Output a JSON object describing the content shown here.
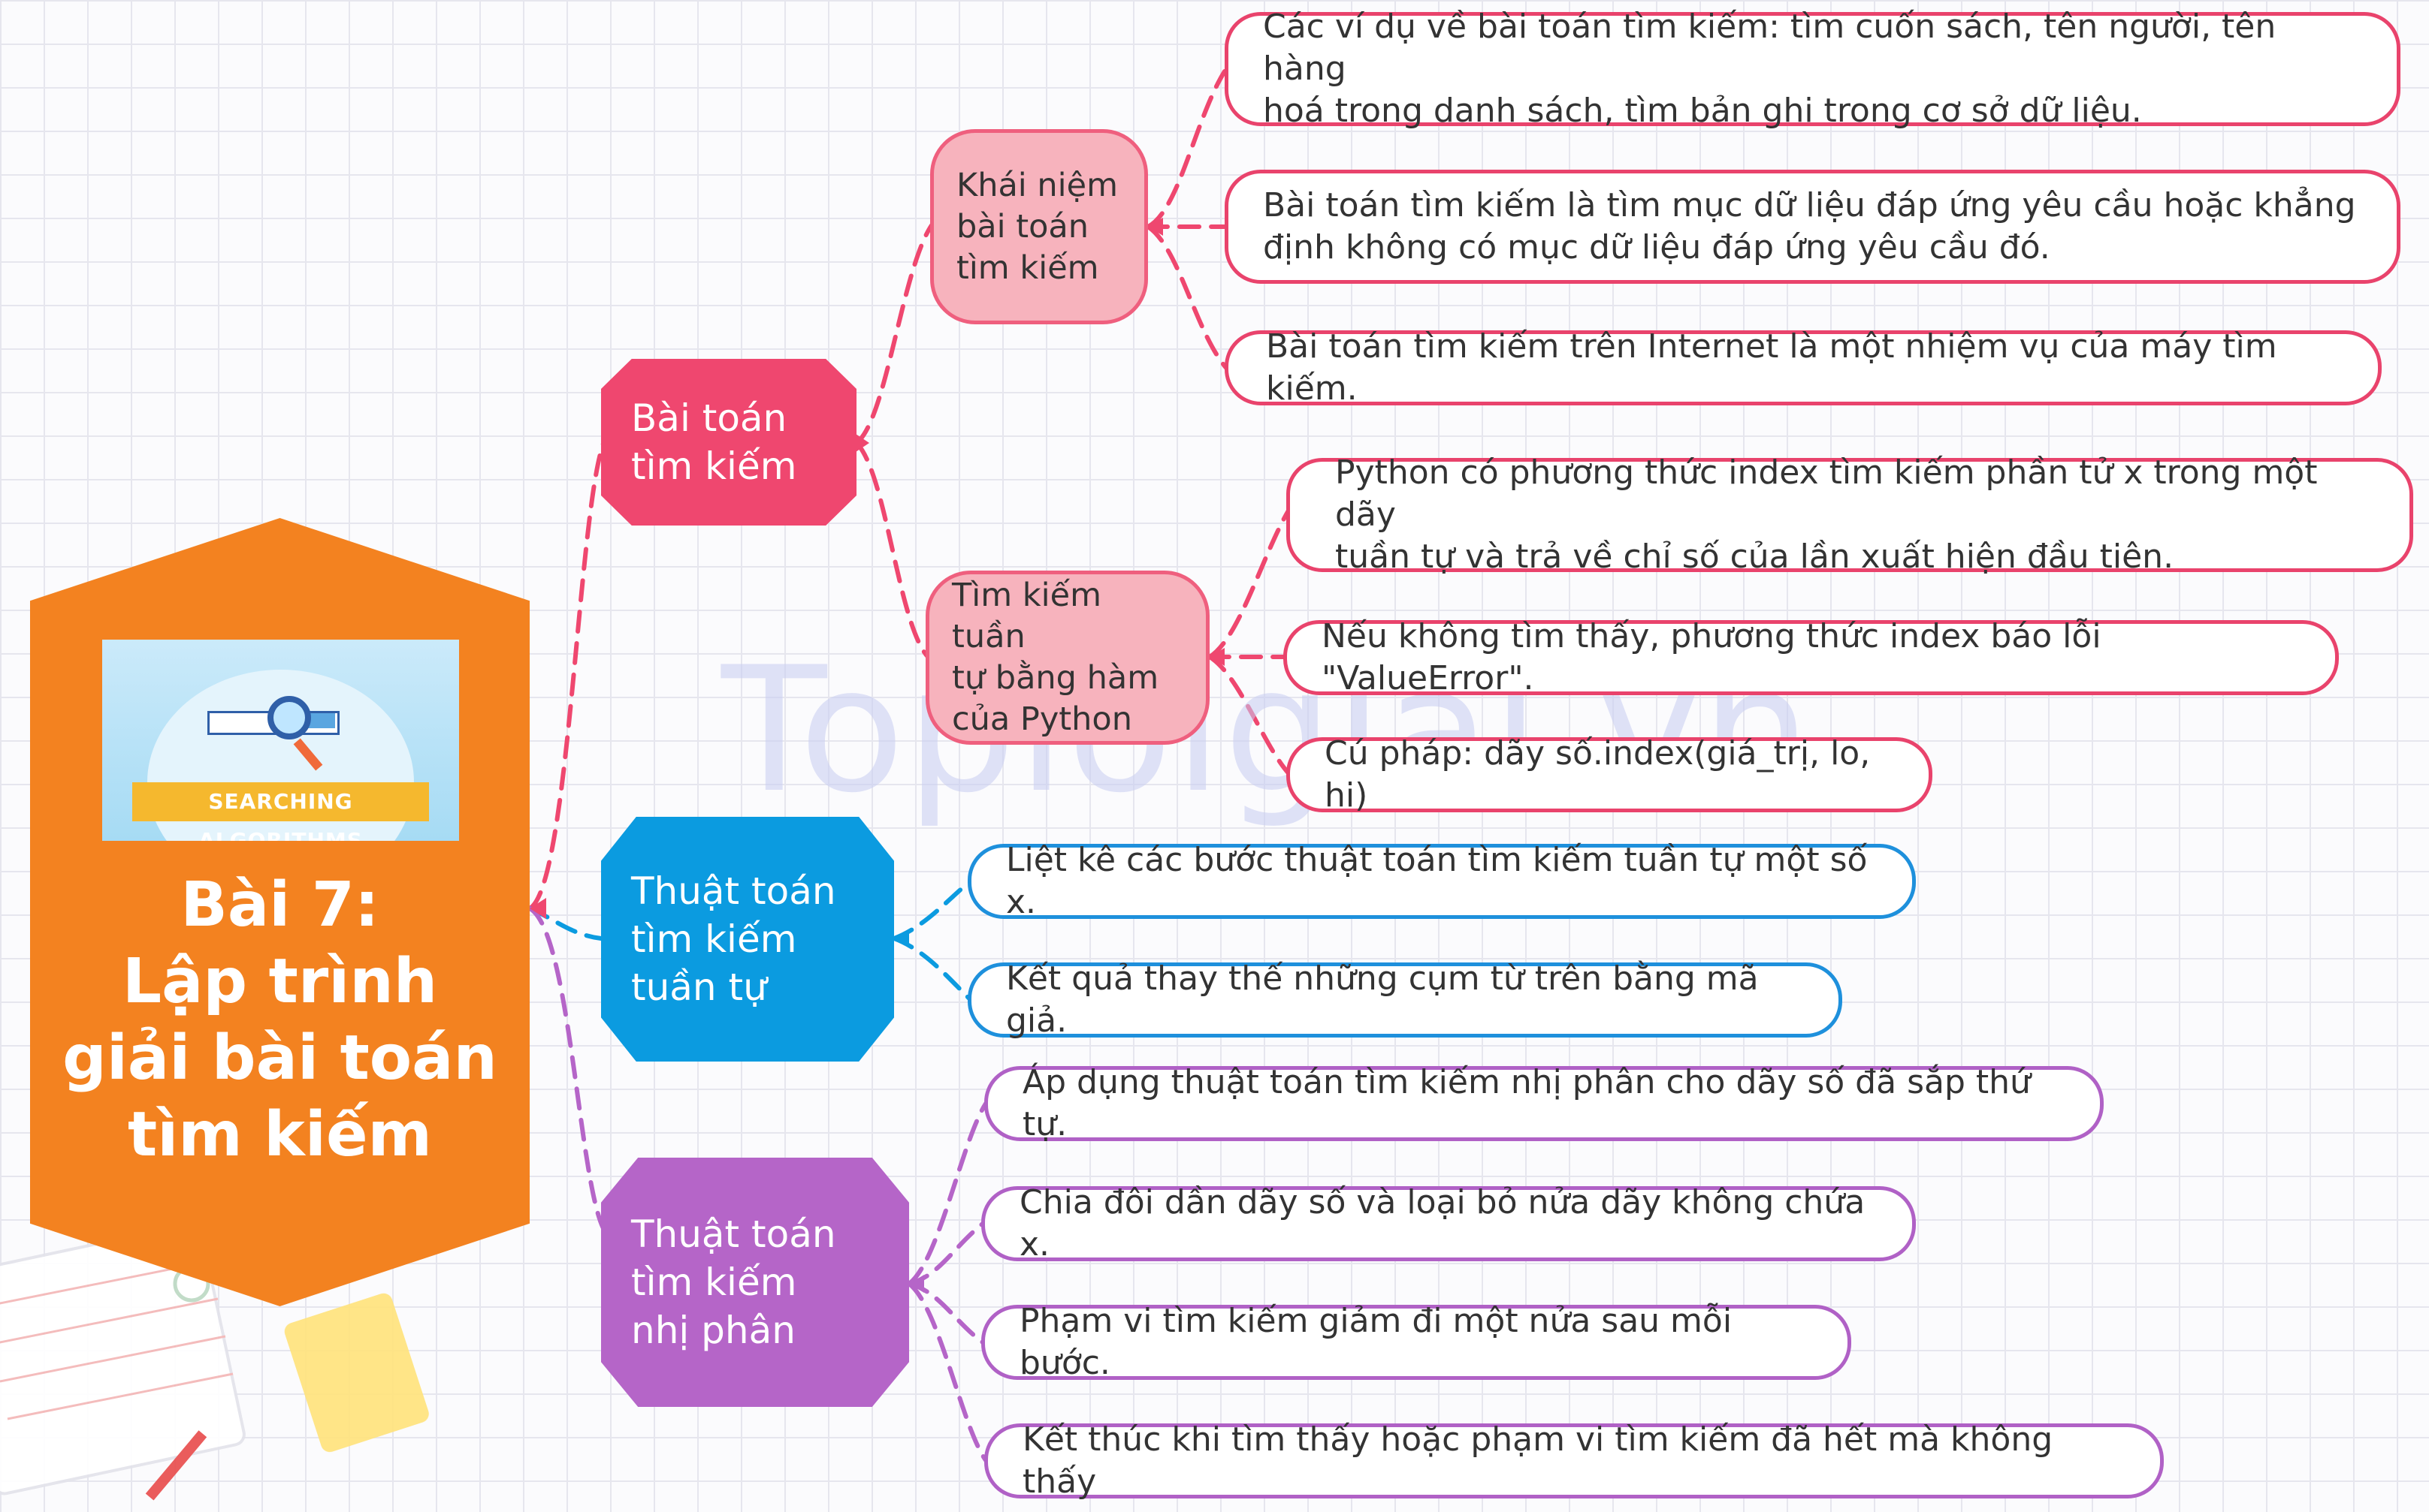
{
  "watermark": "Toploigiai.vn",
  "root": {
    "banner_label": "SEARCHING ALGORITHMS",
    "title": [
      "Bài 7:",
      "Lập trình",
      "giải bài toán",
      "tìm kiếm"
    ]
  },
  "branches": [
    {
      "color": "#ef476f",
      "label": [
        "Bài toán",
        "tìm kiếm"
      ],
      "subs": [
        {
          "label": [
            "Khái niệm",
            "bài toán",
            "tìm kiếm"
          ],
          "leaves": [
            [
              "Các ví dụ về bài toán tìm kiếm: tìm cuốn sách, tên người, tên hàng",
              "hoá trong danh sách, tìm bản ghi trong cơ sở dữ liệu."
            ],
            [
              "Bài toán tìm kiếm là tìm mục dữ liệu đáp ứng yêu cầu hoặc khẳng",
              "định không có mục dữ liệu đáp ứng yêu cầu đó."
            ],
            [
              "Bài toán tìm kiếm trên Internet là một nhiệm vụ của máy tìm kiếm."
            ]
          ]
        },
        {
          "label": [
            "Tìm kiếm tuần",
            "tự bằng hàm",
            "của Python"
          ],
          "leaves": [
            [
              "Python có phương thức index tìm kiếm phần tử x trong một dãy",
              "tuần tự và trả về chỉ số của lần xuất hiện đầu tiên."
            ],
            [
              "Nếu không tìm thấy, phương thức index báo lỗi \"ValueError\"."
            ],
            [
              "Cú pháp: dãy số.index(giá_trị, lo, hi)"
            ]
          ]
        }
      ]
    },
    {
      "color": "#0b9be0",
      "label": [
        "Thuật toán",
        "tìm kiếm",
        "tuần tự"
      ],
      "leaves": [
        [
          "Liệt kê các bước thuật toán tìm kiếm tuần tự một số x."
        ],
        [
          "Kết quả thay thế những cụm từ trên bằng mã giả."
        ]
      ]
    },
    {
      "color": "#b565c8",
      "label": [
        "Thuật toán",
        "tìm kiếm",
        "nhị phân"
      ],
      "leaves": [
        [
          "Áp dụng thuật toán tìm kiếm nhị phân cho dãy số đã sắp thứ tự."
        ],
        [
          "Chia đôi dần dãy số và loại bỏ nửa dãy không chứa x."
        ],
        [
          "Phạm vi tìm kiếm giảm đi một nửa sau mỗi bước."
        ],
        [
          "Kết thúc khi tìm thấy hoặc phạm vi tìm kiếm đã hết mà không thấy"
        ]
      ]
    }
  ]
}
